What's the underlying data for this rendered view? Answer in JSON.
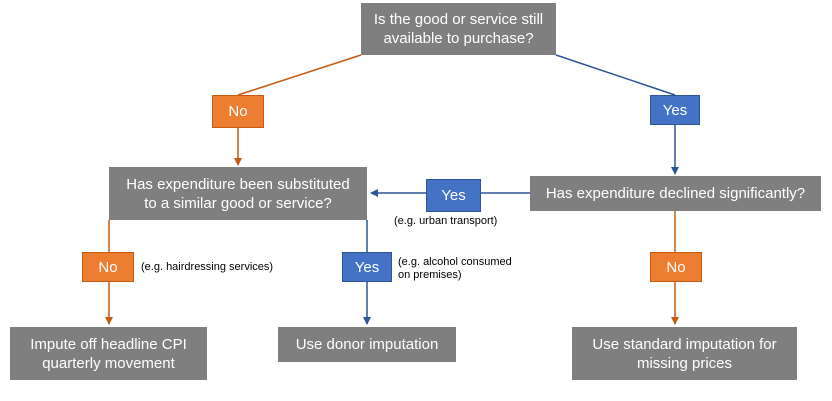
{
  "nodes": {
    "q_available": "Is the good or service still\navailable to purchase?",
    "no_top": "No",
    "yes_top": "Yes",
    "q_substituted": "Has expenditure been substituted\nto a similar good or service?",
    "q_declined": "Has expenditure declined significantly?",
    "yes_mid": "Yes",
    "no_left": "No",
    "yes_left": "Yes",
    "no_right": "No",
    "r_impute_cpi": "Impute off headline CPI\nquarterly movement",
    "r_donor": "Use donor imputation",
    "r_standard": "Use standard imputation for\nmissing prices"
  },
  "notes": {
    "urban_transport": "(e.g. urban transport)",
    "hairdressing": "(e.g. hairdressing services)",
    "alcohol": "(e.g. alcohol consumed\non premises)"
  },
  "colors": {
    "question_box": "#7f7f7f",
    "no_path": "#c55a11",
    "yes_path": "#2f5597",
    "no_box": "#ed7d31",
    "yes_box": "#4472c4"
  }
}
